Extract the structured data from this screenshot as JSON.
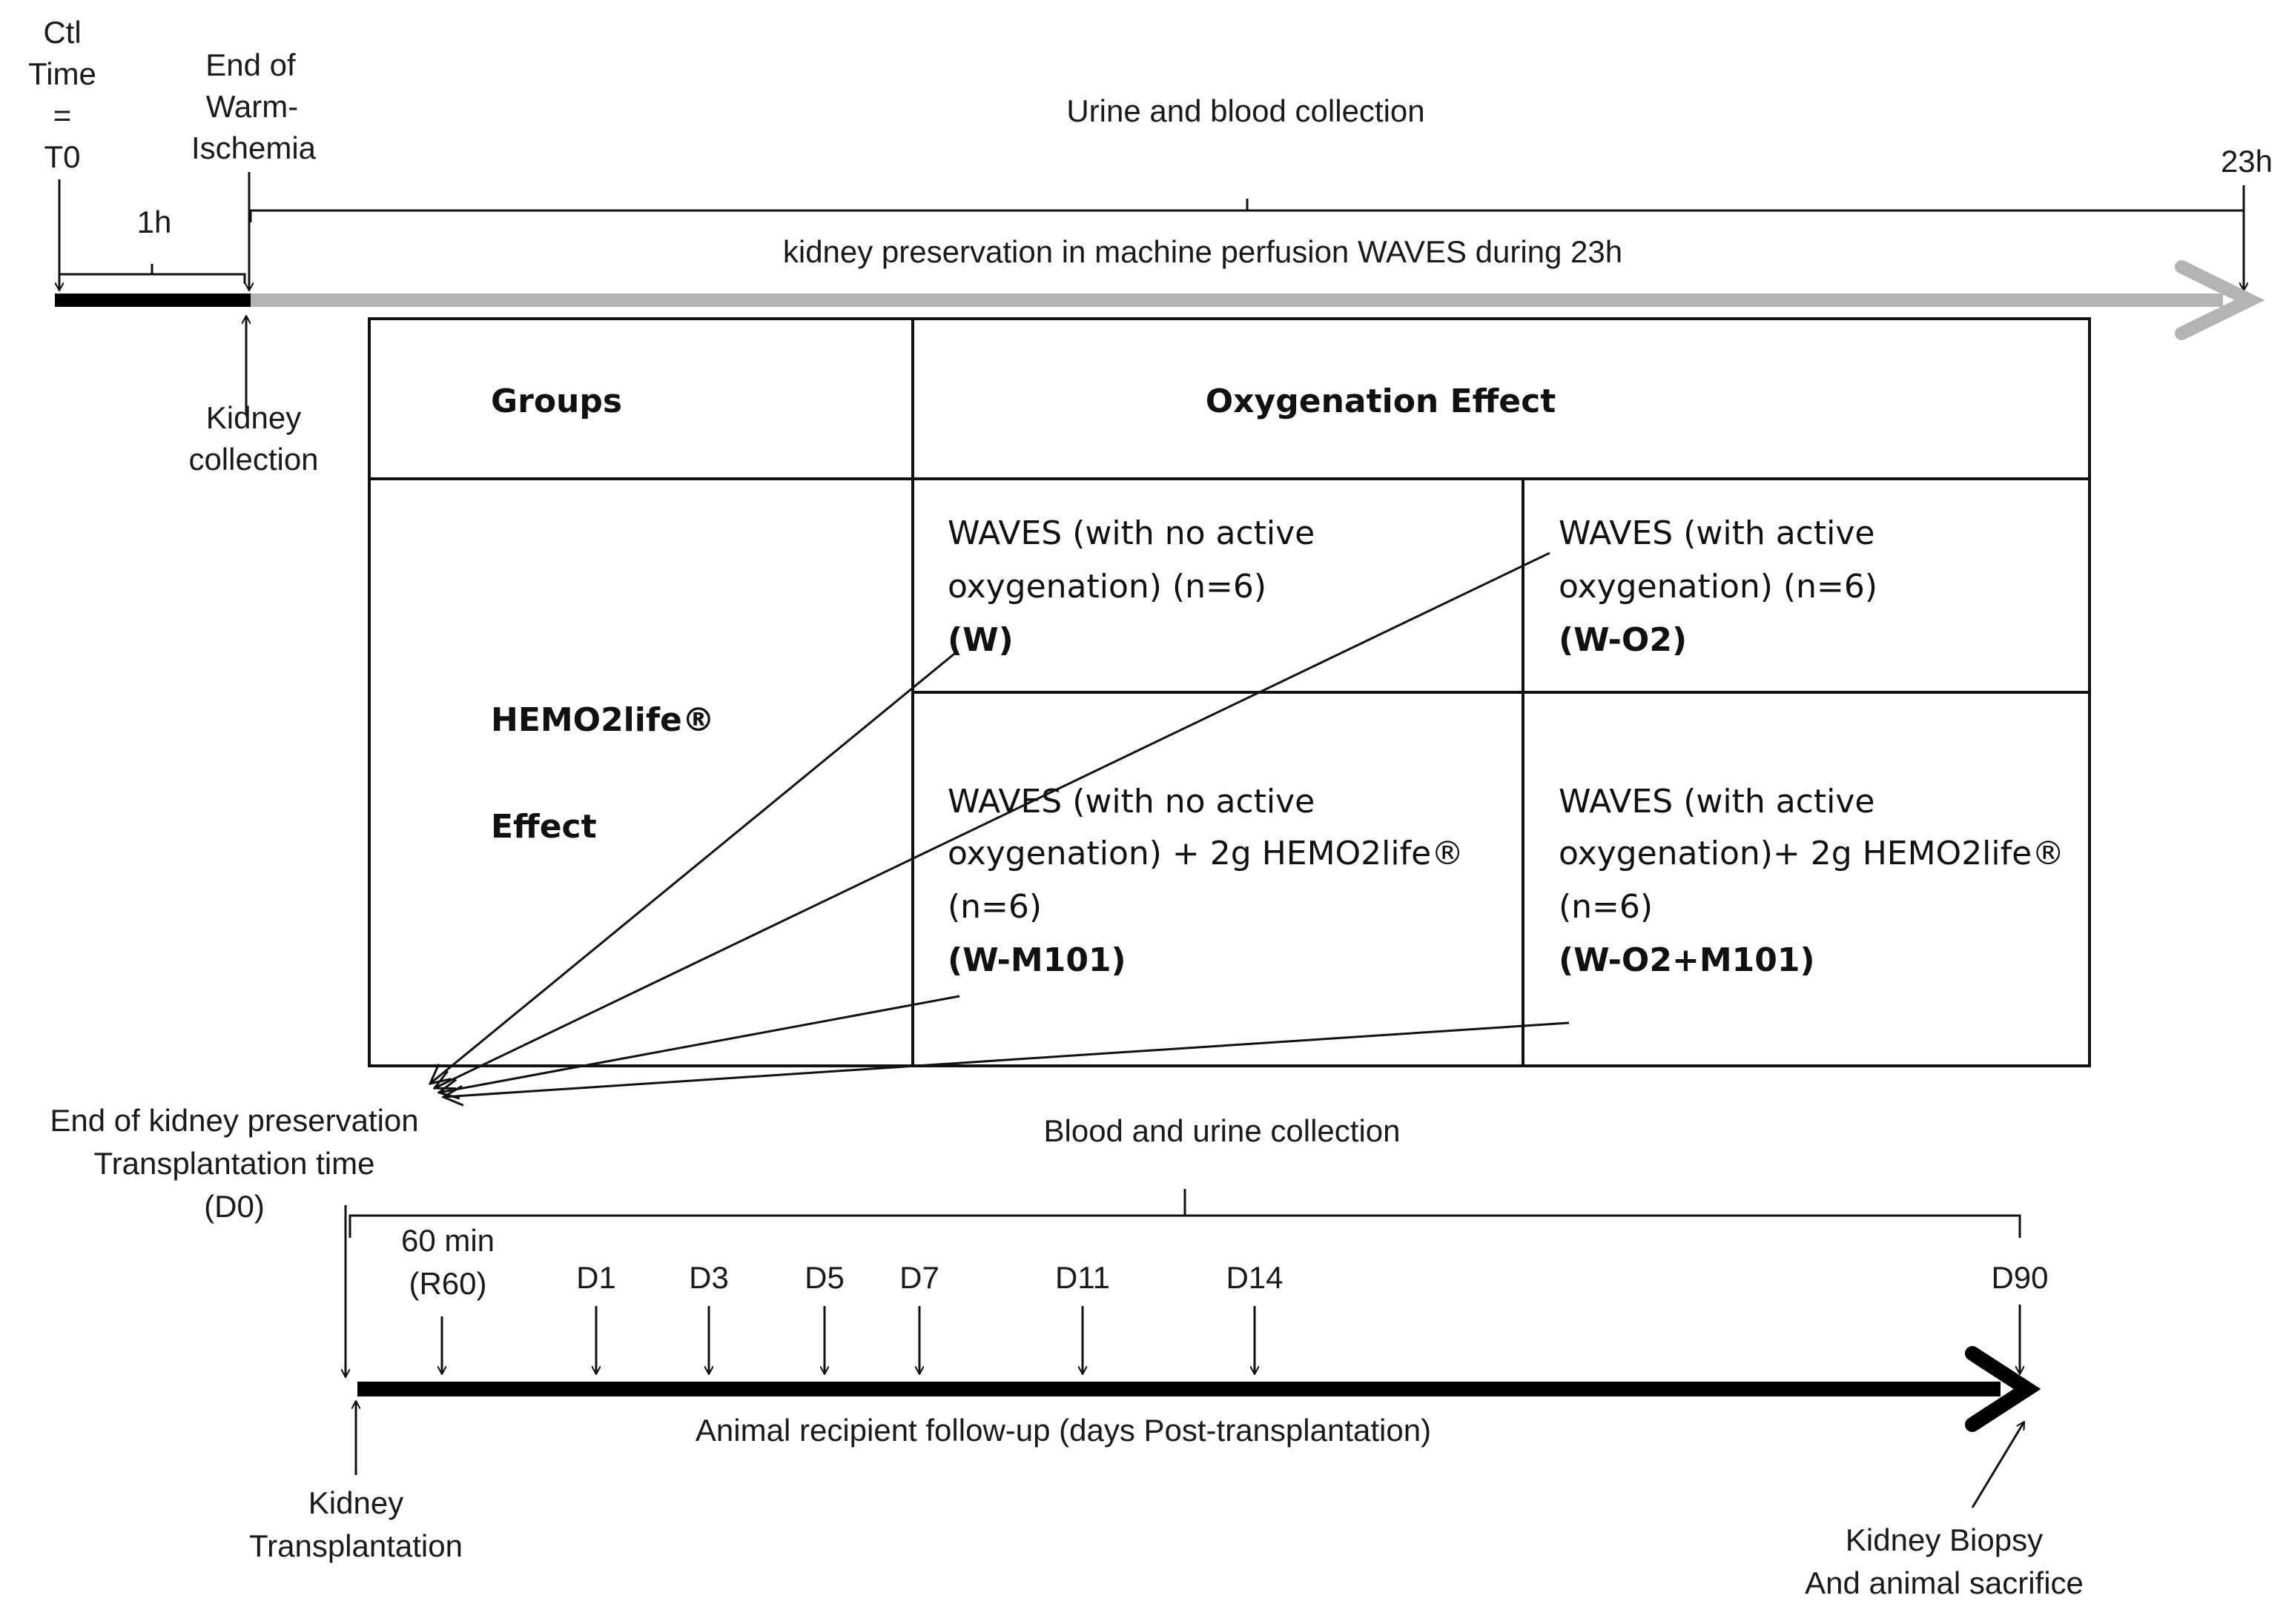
{
  "top_timeline": {
    "ctl_time": [
      "Ctl",
      "Time",
      "=",
      "T0"
    ],
    "end_warm": [
      "End of",
      "Warm-",
      "Ischemia"
    ],
    "duration_1h": "1h",
    "urine_blood": "Urine and blood collection",
    "label_23h": "23h",
    "preservation": "kidney preservation in machine perfusion WAVES during 23h",
    "kidney_collection": [
      "Kidney",
      "collection"
    ]
  },
  "table": {
    "header_groups": "Groups",
    "header_oxygenation": "Oxygenation Effect",
    "row_label": [
      "HEMO2life®",
      "Effect"
    ],
    "cell_w": [
      "WAVES (with no active",
      "oxygenation) (n=6)",
      "(W)"
    ],
    "cell_wo2": [
      "WAVES (with active",
      "oxygenation) (n=6)",
      "(W-O2)"
    ],
    "cell_wm101": [
      "WAVES (with no active",
      "oxygenation) + 2g HEMO2life®",
      "(n=6)",
      "(W-M101)"
    ],
    "cell_wo2m101": [
      "WAVES (with active",
      "oxygenation)+ 2g HEMO2life®",
      "(n=6)",
      "(W-O2+M101)"
    ]
  },
  "bottom_timeline": {
    "end_preservation": [
      "End of kidney preservation",
      "Transplantation time",
      "(D0)"
    ],
    "blood_urine": "Blood and urine collection",
    "r60": [
      "60 min",
      "(R60)"
    ],
    "days": [
      "D1",
      "D3",
      "D5",
      "D7",
      "D11",
      "D14"
    ],
    "d90": "D90",
    "followup": "Animal recipient follow-up (days Post-transplantation)",
    "kidney_transplantation": [
      "Kidney",
      "Transplantation"
    ],
    "biopsy": [
      "Kidney Biopsy",
      "And animal sacrifice"
    ]
  },
  "colors": {
    "grey_arrow": "#b3b3b3",
    "black": "#000000"
  }
}
